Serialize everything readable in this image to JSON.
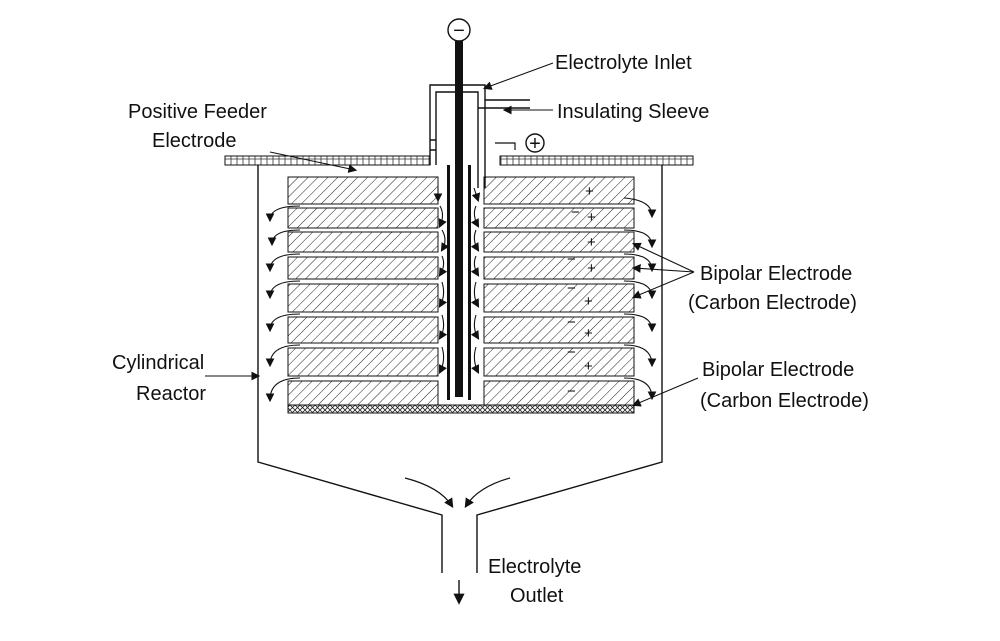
{
  "labels": {
    "negative_symbol": "−",
    "positive_symbol": "+",
    "electrolyte_inlet": "Electrolyte Inlet",
    "insulating_sleeve": "Insulating Sleeve",
    "positive_feeder_line1": "Positive Feeder",
    "positive_feeder_line2": "Electrode",
    "cylindrical_reactor_line1": "Cylindrical",
    "cylindrical_reactor_line2": "Reactor",
    "bipolar_top_line1": "Bipolar Electrode",
    "bipolar_top_line2": "(Carbon Electrode)",
    "bipolar_bottom_line1": "Bipolar Electrode",
    "bipolar_bottom_line2": "(Carbon Electrode)",
    "outlet_line1": "Electrolyte",
    "outlet_line2": "Outlet"
  },
  "plate_marks": {
    "plus": "+",
    "minus": "−"
  }
}
